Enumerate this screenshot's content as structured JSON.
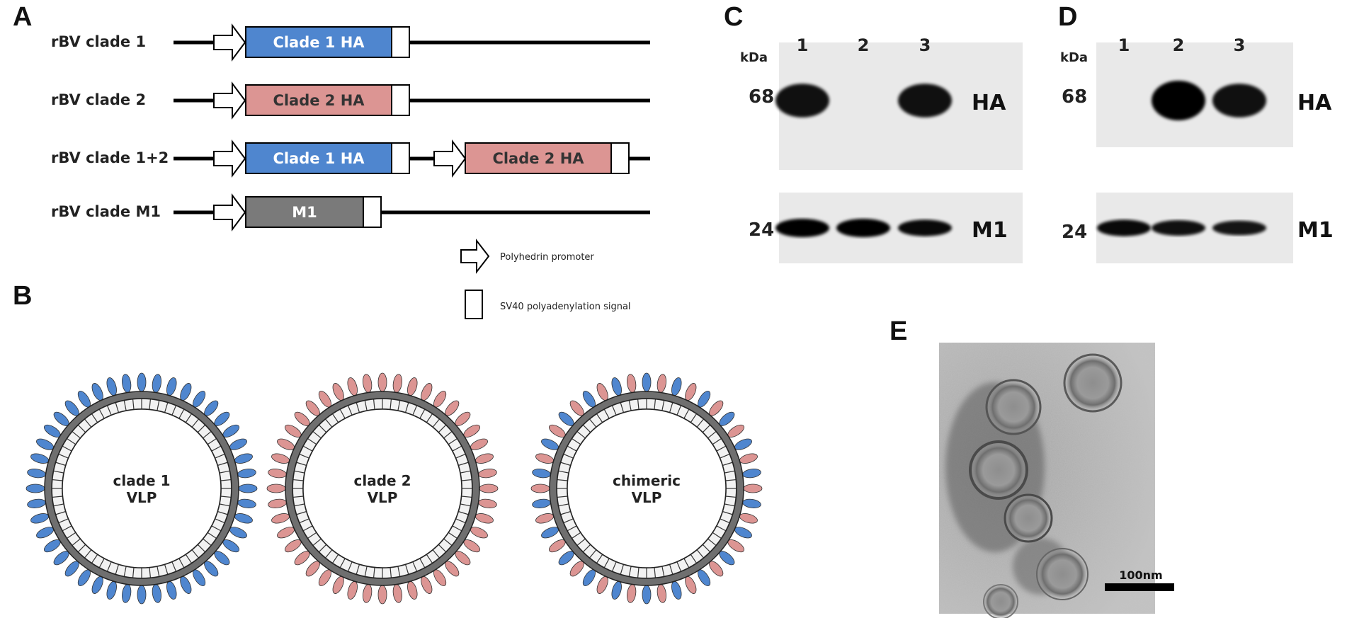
{
  "panels": {
    "A": "A",
    "B": "B",
    "C": "C",
    "D": "D",
    "E": "E"
  },
  "constructs": [
    {
      "label": "rBV clade 1",
      "genes": [
        {
          "name": "Clade 1 HA",
          "color": "#4f86cf"
        }
      ]
    },
    {
      "label": "rBV clade 2",
      "genes": [
        {
          "name": "Clade 2 HA",
          "color": "#dc9593"
        }
      ]
    },
    {
      "label": "rBV clade 1+2",
      "genes": [
        {
          "name": "Clade 1 HA",
          "color": "#4f86cf"
        },
        {
          "name": "Clade 2 HA",
          "color": "#dc9593"
        }
      ]
    },
    {
      "label": "rBV clade M1",
      "genes": [
        {
          "name": "M1",
          "color": "#7a7a7a"
        }
      ]
    }
  ],
  "legend": {
    "promoter": "Polyhedrin promoter",
    "polyA": "SV40 polyadenylation signal"
  },
  "vlps": [
    {
      "line1": "clade 1",
      "line2": "VLP",
      "spike_pattern": [
        "#4f86cf"
      ]
    },
    {
      "line1": "clade 2",
      "line2": "VLP",
      "spike_pattern": [
        "#dc9593"
      ]
    },
    {
      "line1": "chimeric",
      "line2": "VLP",
      "spike_pattern": [
        "#4f86cf",
        "#dc9593"
      ]
    }
  ],
  "blots": [
    {
      "kda": "kDa",
      "lanes": [
        "1",
        "2",
        "3"
      ],
      "ha": {
        "mw": "68",
        "name": "HA",
        "intensity": [
          0.85,
          0.0,
          0.85
        ]
      },
      "m1": {
        "mw": "24",
        "name": "M1",
        "intensity": [
          1.0,
          1.0,
          0.9
        ]
      }
    },
    {
      "kda": "kDa",
      "lanes": [
        "1",
        "2",
        "3"
      ],
      "ha": {
        "mw": "68",
        "name": "HA",
        "intensity": [
          0.0,
          1.0,
          0.85
        ]
      },
      "m1": {
        "mw": "24",
        "name": "M1",
        "intensity": [
          0.9,
          0.85,
          0.8
        ]
      }
    }
  ],
  "em": {
    "scale_label": "100nm"
  }
}
